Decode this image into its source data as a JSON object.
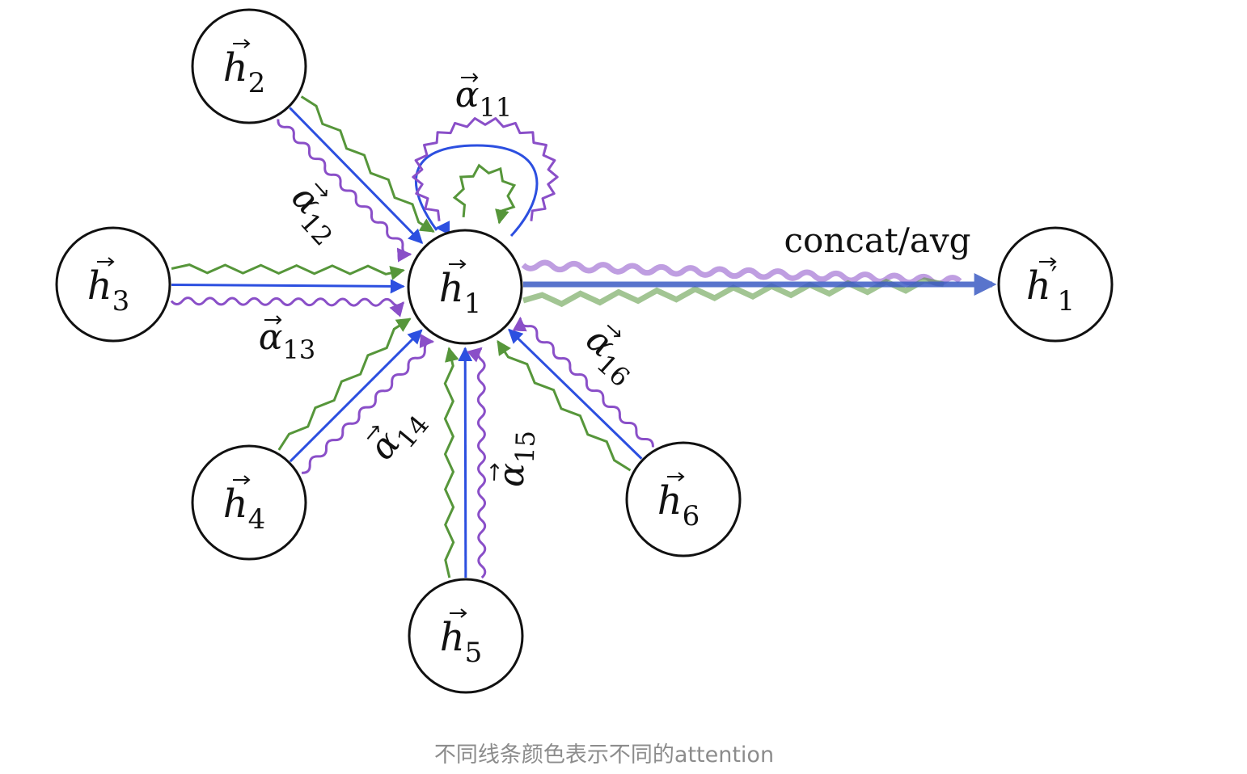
{
  "colors": {
    "blue": "#2c4fe0",
    "green": "#56963a",
    "purple": "#8a4fc8",
    "output_blue": "#3d5cc4"
  },
  "center_node": {
    "name": "h",
    "sub": "1"
  },
  "neighbors": [
    {
      "id": "h2",
      "name": "h",
      "sub": "2"
    },
    {
      "id": "h3",
      "name": "h",
      "sub": "3"
    },
    {
      "id": "h4",
      "name": "h",
      "sub": "4"
    },
    {
      "id": "h5",
      "name": "h",
      "sub": "5"
    },
    {
      "id": "h6",
      "name": "h",
      "sub": "6"
    }
  ],
  "output_node": {
    "name": "h",
    "prime": "′",
    "sub": "1"
  },
  "attention_labels": [
    {
      "id": "a11",
      "symbol": "α",
      "sub": "11"
    },
    {
      "id": "a12",
      "symbol": "α",
      "sub": "12"
    },
    {
      "id": "a13",
      "symbol": "α",
      "sub": "13"
    },
    {
      "id": "a14",
      "symbol": "α",
      "sub": "14"
    },
    {
      "id": "a15",
      "symbol": "α",
      "sub": "15"
    },
    {
      "id": "a16",
      "symbol": "α",
      "sub": "16"
    }
  ],
  "aggregation_label": "concat/avg",
  "caption": "不同线条颜色表示不同的attention"
}
